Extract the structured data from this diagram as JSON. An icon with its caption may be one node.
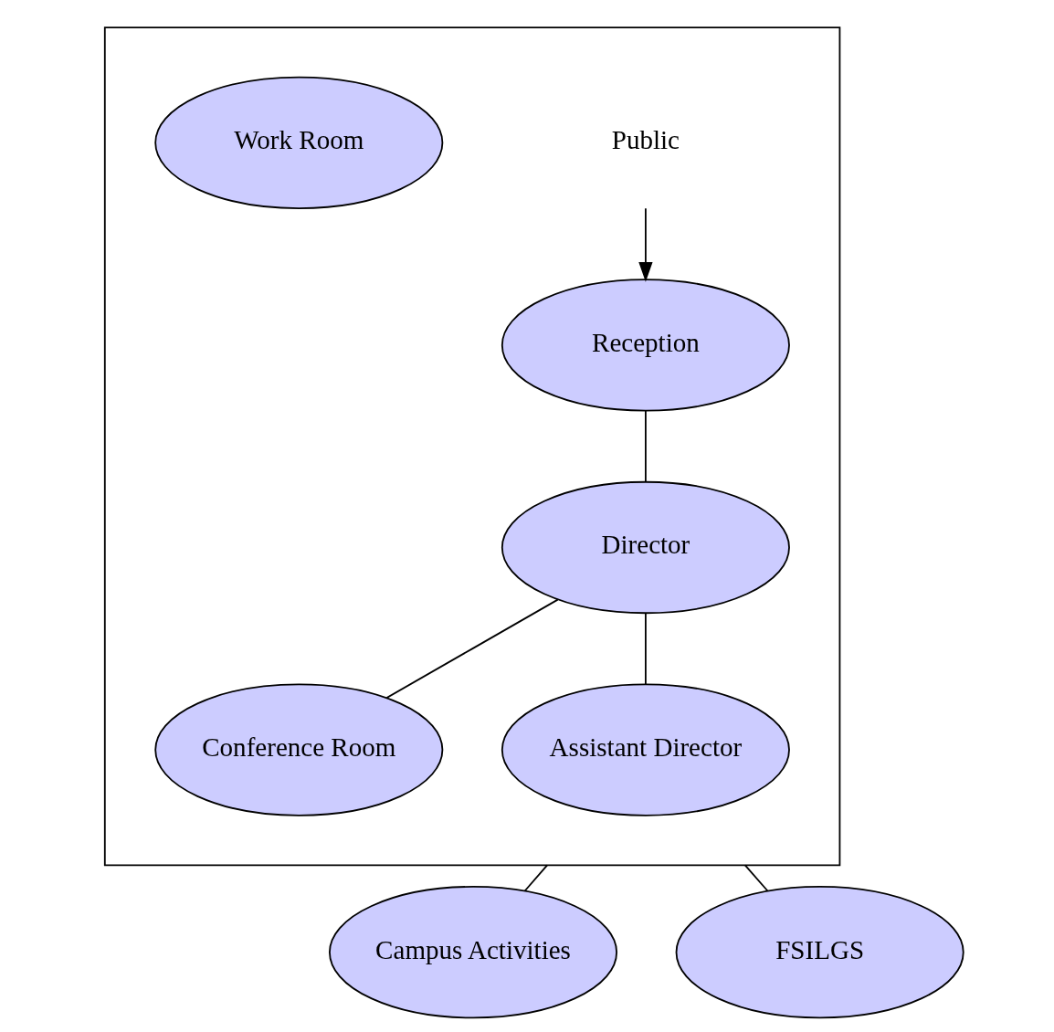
{
  "diagram": {
    "nodes": [
      {
        "text": [],
        "shape": "box"
      },
      {
        "text": [
          "Public"
        ],
        "in": 0
      },
      {
        "text": [
          "Reception"
        ],
        "in": 0
      },
      {
        "text": [
          "Work Room"
        ],
        "in": 0
      },
      {
        "text": [
          "Director"
        ],
        "in": 0
      },
      {
        "text": [
          "Conference Room"
        ],
        "in": 0
      },
      {
        "text": [
          "Assistant Director"
        ],
        "in": 0
      },
      {
        "text": [
          "Campus Activities"
        ]
      },
      {
        "text": [
          "FSILGS"
        ]
      }
    ],
    "edges": [
      {
        "from": 1,
        "to": 2,
        "arrow": "to"
      },
      {
        "from": 2,
        "to": 4,
        "arrow": "none"
      },
      {
        "from": 4,
        "to": 5,
        "arrow": "none"
      },
      {
        "from": 4,
        "to": 6,
        "arrow": "none"
      },
      {
        "from": 0,
        "to": 8,
        "arrow": "none"
      },
      {
        "from": 0,
        "to": 7,
        "arrow": "none"
      }
    ]
  }
}
